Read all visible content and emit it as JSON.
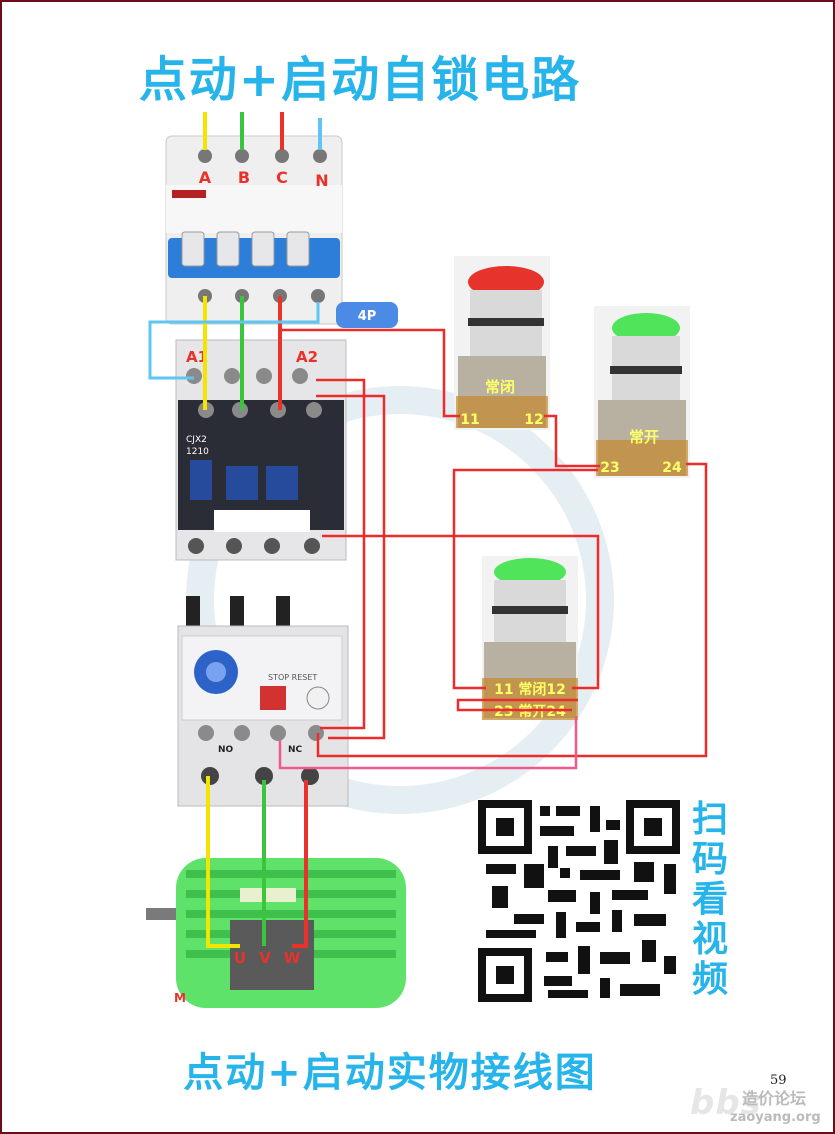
{
  "title_top": "点动+启动自锁电路",
  "title_bottom": "点动+启动实物接线图",
  "breaker": {
    "phases": [
      "A",
      "B",
      "C",
      "N"
    ],
    "badge": "4P"
  },
  "contactor": {
    "coil_left": "A1",
    "coil_right": "A2",
    "model": "CJX2",
    "rating": "1210"
  },
  "buttons": {
    "stop": {
      "label": "常闭",
      "term_left": "11",
      "term_right": "12"
    },
    "start": {
      "label": "常开",
      "term_left": "23",
      "term_right": "24"
    },
    "jog_nc": "11 常闭12",
    "jog_no": "23 常开24"
  },
  "overload": {
    "no": "NO",
    "nc": "NC",
    "stop_reset": "STOP RESET"
  },
  "motor": {
    "label": "M",
    "terms": [
      "U",
      "V",
      "W"
    ]
  },
  "scan_text": [
    "扫",
    "码",
    "看",
    "视",
    "频"
  ],
  "page_number": "59",
  "watermark": "bbs",
  "watermark_cn": "造价论坛",
  "watermark_url": "zaoyang.org",
  "colors": {
    "title": "#26b4ea",
    "phase_a": "#f2e600",
    "phase_b": "#3cc43c",
    "phase_c": "#e8322a",
    "neutral": "#5ec6f0",
    "control": "#ee2b2b",
    "motor": "#5ee26a"
  }
}
